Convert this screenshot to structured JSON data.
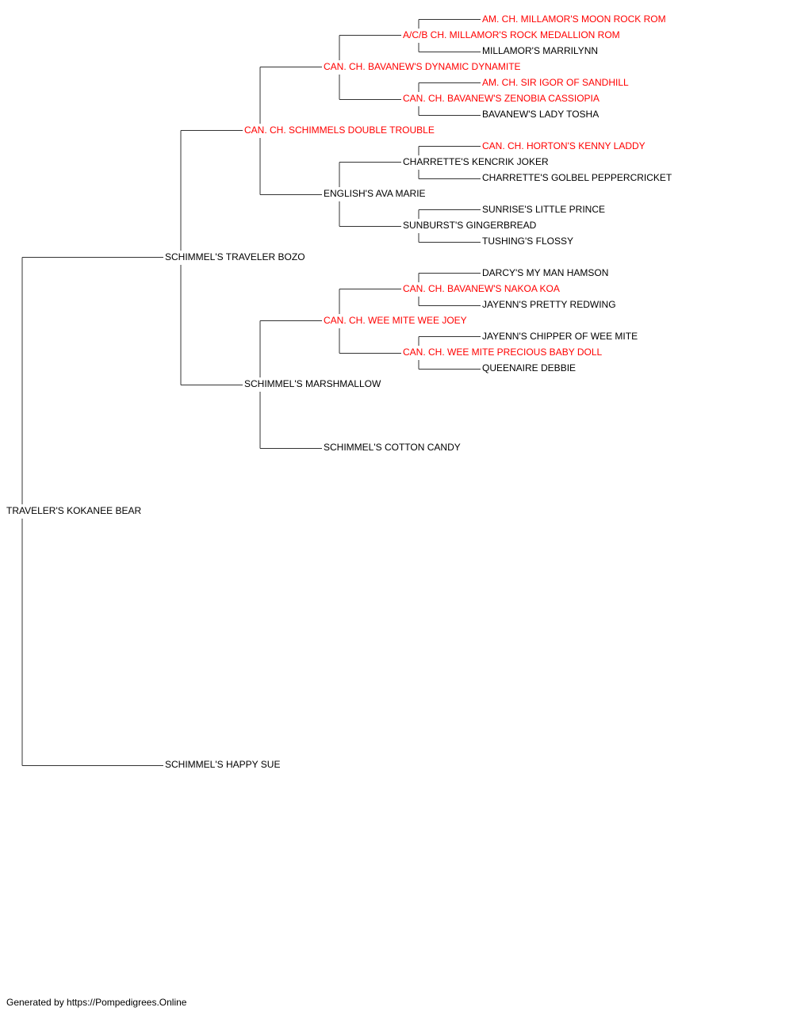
{
  "colors": {
    "champion": "#ff0000",
    "normal": "#000000",
    "line": "#333333"
  },
  "pedigree": {
    "subject": "TRAVELER'S KOKANEE BEAR",
    "sire": {
      "name": "SCHIMMEL'S TRAVELER BOZO",
      "sire": {
        "name": "CAN. CH. SCHIMMELS DOUBLE TROUBLE",
        "champion": true,
        "sire": {
          "name": "CAN. CH. BAVANEW'S DYNAMIC DYNAMITE",
          "champion": true,
          "sire": {
            "name": "A/C/B CH. MILLAMOR'S ROCK MEDALLION ROM",
            "champion": true,
            "sire": {
              "name": "AM. CH. MILLAMOR'S MOON ROCK ROM",
              "champion": true
            },
            "dam": {
              "name": "MILLAMOR'S MARRILYNN"
            }
          },
          "dam": {
            "name": "CAN. CH. BAVANEW'S ZENOBIA CASSIOPIA",
            "champion": true,
            "sire": {
              "name": "AM. CH. SIR IGOR OF SANDHILL",
              "champion": true
            },
            "dam": {
              "name": "BAVANEW'S LADY TOSHA"
            }
          }
        },
        "dam": {
          "name": "ENGLISH'S AVA MARIE",
          "sire": {
            "name": "CHARRETTE'S KENCRIK JOKER",
            "sire": {
              "name": "CAN. CH. HORTON'S KENNY LADDY",
              "champion": true
            },
            "dam": {
              "name": "CHARRETTE'S GOLBEL PEPPERCRICKET"
            }
          },
          "dam": {
            "name": "SUNBURST'S GINGERBREAD",
            "sire": {
              "name": "SUNRISE'S LITTLE PRINCE"
            },
            "dam": {
              "name": "TUSHING'S FLOSSY"
            }
          }
        }
      },
      "dam": {
        "name": "SCHIMMEL'S MARSHMALLOW",
        "sire": {
          "name": "CAN. CH. WEE MITE WEE JOEY",
          "champion": true,
          "sire": {
            "name": "CAN. CH. BAVANEW'S NAKOA KOA",
            "champion": true,
            "sire": {
              "name": "DARCY'S MY MAN HAMSON"
            },
            "dam": {
              "name": "JAYENN'S PRETTY REDWING"
            }
          },
          "dam": {
            "name": "CAN. CH. WEE MITE PRECIOUS BABY DOLL",
            "champion": true,
            "sire": {
              "name": "JAYENN'S CHIPPER OF WEE MITE"
            },
            "dam": {
              "name": "QUEENAIRE DEBBIE"
            }
          }
        },
        "dam": {
          "name": "SCHIMMEL'S COTTON CANDY"
        }
      }
    },
    "dam": {
      "name": "SCHIMMEL'S HAPPY SUE"
    }
  },
  "footer": "Generated by https://Pompedigrees.Online"
}
